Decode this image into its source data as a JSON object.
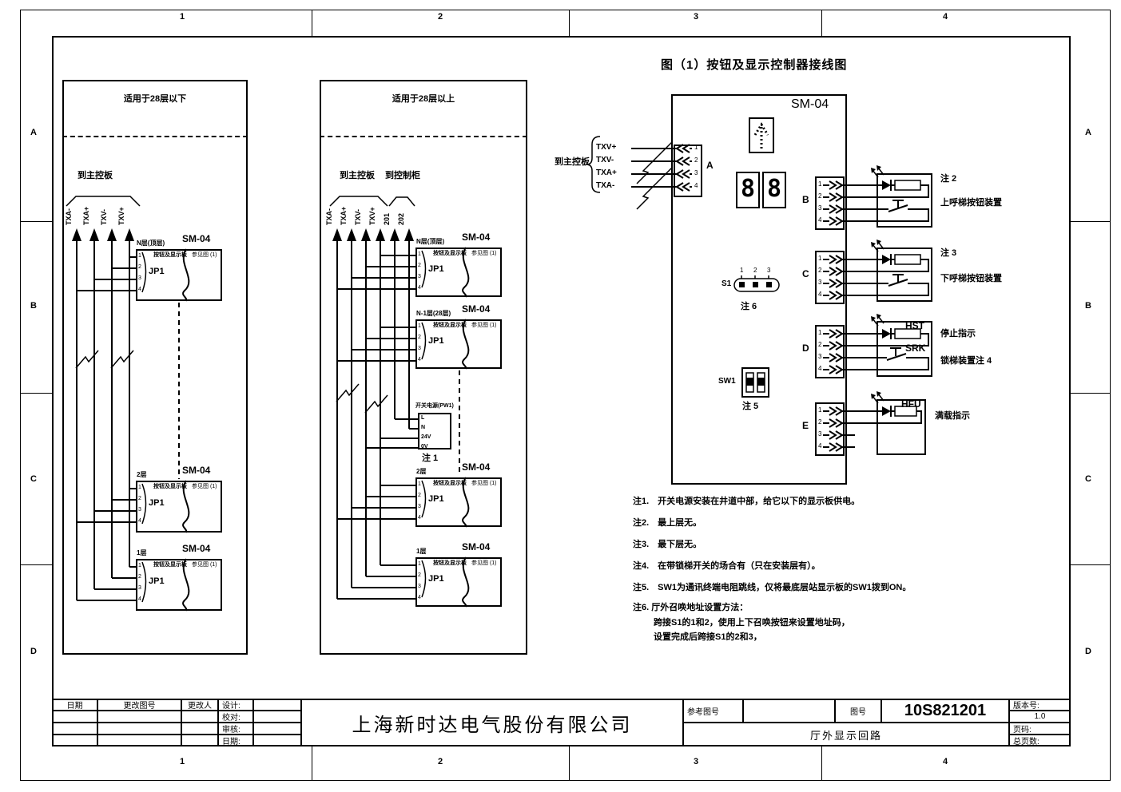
{
  "sheet": {
    "zone_cols": [
      "1",
      "2",
      "3",
      "4"
    ],
    "zone_rows": [
      "A",
      "B",
      "C",
      "D"
    ]
  },
  "figure_title": "图（1）按钮及显示控制器接线图",
  "common": {
    "model": "SM-04",
    "conn": "JP1",
    "board": "按钮及显示板",
    "ref": "参见图 (1)",
    "pins4": [
      "1",
      "2",
      "3",
      "4"
    ]
  },
  "left_panel": {
    "header": "适用于28层以下",
    "to_main": "到主控板",
    "wires": [
      "TXA-",
      "TXA+",
      "TXV-",
      "TXV+"
    ],
    "floors": [
      "N层(顶层)",
      "2层",
      "1层"
    ]
  },
  "middle_panel": {
    "header": "适用于28层以上",
    "to_main": "到主控板",
    "to_cabinet": "到控制柜",
    "wires": [
      "TXA-",
      "TXA+",
      "TXV-",
      "TXV+"
    ],
    "cabinet_wires": [
      "201",
      "202"
    ],
    "floors": [
      "N层(顶层)",
      "N-1层(28层)",
      "2层",
      "1层"
    ],
    "psu": {
      "label": "开关电源(PW1)",
      "pins": [
        "L",
        "N",
        "24V",
        "0V"
      ],
      "note": "注 1"
    }
  },
  "controller": {
    "to_main": "到主控板",
    "signals": [
      "TXV+",
      "TXV-",
      "TXA+",
      "TXA-"
    ],
    "conn_a": "A",
    "conn_b": "B",
    "conn_c": "C",
    "conn_d": "D",
    "conn_e": "E",
    "digits": [
      "8",
      "8"
    ],
    "b_note": "注 2",
    "b_device": "上呼梯按钮装置",
    "c_note": "注 3",
    "c_device": "下呼梯按钮装置",
    "d_led": "HST",
    "d_switch": "SRK",
    "d_text1": "停止指示",
    "d_text2": "锁梯装置注 4",
    "e_led": "HFU",
    "e_text": "满载指示",
    "s1": {
      "label": "S1",
      "pins": [
        "1",
        "2",
        "3"
      ],
      "note": "注 6"
    },
    "sw1": {
      "label": "SW1",
      "note": "注 5"
    }
  },
  "notes": [
    "注1.　开关电源安装在井道中部，给它以下的显示板供电。",
    "注2.　最上层无。",
    "注3.　最下层无。",
    "注4.　在带锁梯开关的场合有（只在安装层有）。",
    "注5.　SW1为通讯终端电阻跳线，仅将最底层站显示板的SW1拨到ON。",
    "注6. 厅外召唤地址设置方法：",
    "跨接S1的1和2，使用上下召唤按钮来设置地址码，",
    "设置完成后跨接S1的2和3，"
  ],
  "titleblock": {
    "date_label": "日期",
    "change_no_label": "更改图号",
    "changer_label": "更改人",
    "design_label": "设计:",
    "check_label": "校对:",
    "review_label": "审核:",
    "date2_label": "日期:",
    "company": "上海新时达电气股份有限公司",
    "ref_label": "参考图号",
    "no_label": "图号",
    "drawing_no": "10S821201",
    "version_label": "版本号:",
    "version": "1.0",
    "sheet_title": "厅外显示回路",
    "page_label": "页码:",
    "total_label": "总页数:"
  }
}
